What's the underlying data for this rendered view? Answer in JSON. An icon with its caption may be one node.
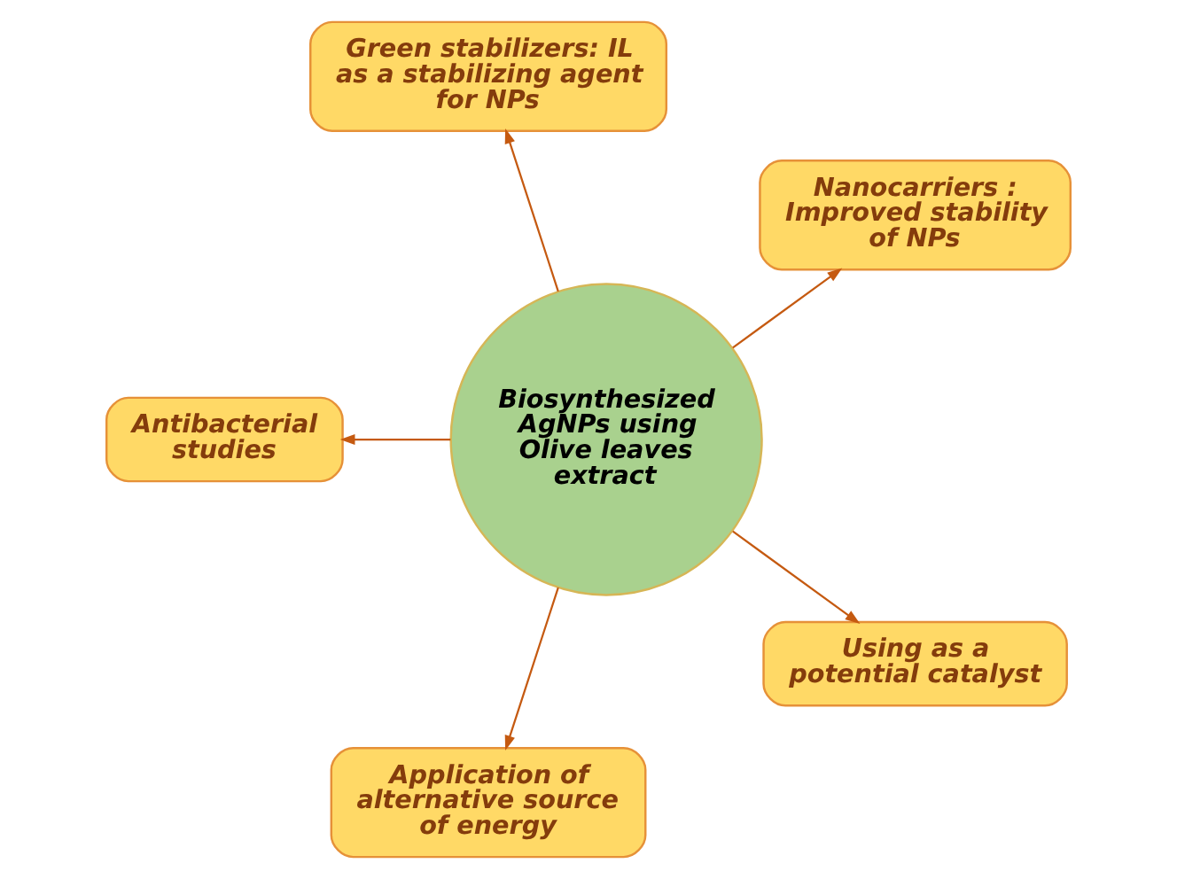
{
  "diagram": {
    "nodes": [
      {
        "text": [
          "Green stabilizers: IL as a stabilizing agent for NPs"
        ]
      },
      {
        "text": [
          "Nanocarriers : Improved stability of NPs"
        ]
      },
      {
        "text": [
          "Antibacterial studies"
        ]
      },
      {
        "text": [
          "Biosynthesized AgNPs using Olive leaves extract"
        ]
      },
      {
        "text": [
          "Using as a potential catalyst"
        ]
      },
      {
        "text": [
          "Application of alternative source of energy"
        ]
      }
    ],
    "edges": [
      {
        "from": 3,
        "to": 0,
        "arrow": "to"
      },
      {
        "from": 3,
        "to": 1,
        "arrow": "to"
      },
      {
        "from": 3,
        "to": 4,
        "arrow": "to"
      },
      {
        "from": 3,
        "to": 5,
        "arrow": "to"
      },
      {
        "from": 3,
        "to": 2,
        "arrow": "to"
      }
    ]
  }
}
